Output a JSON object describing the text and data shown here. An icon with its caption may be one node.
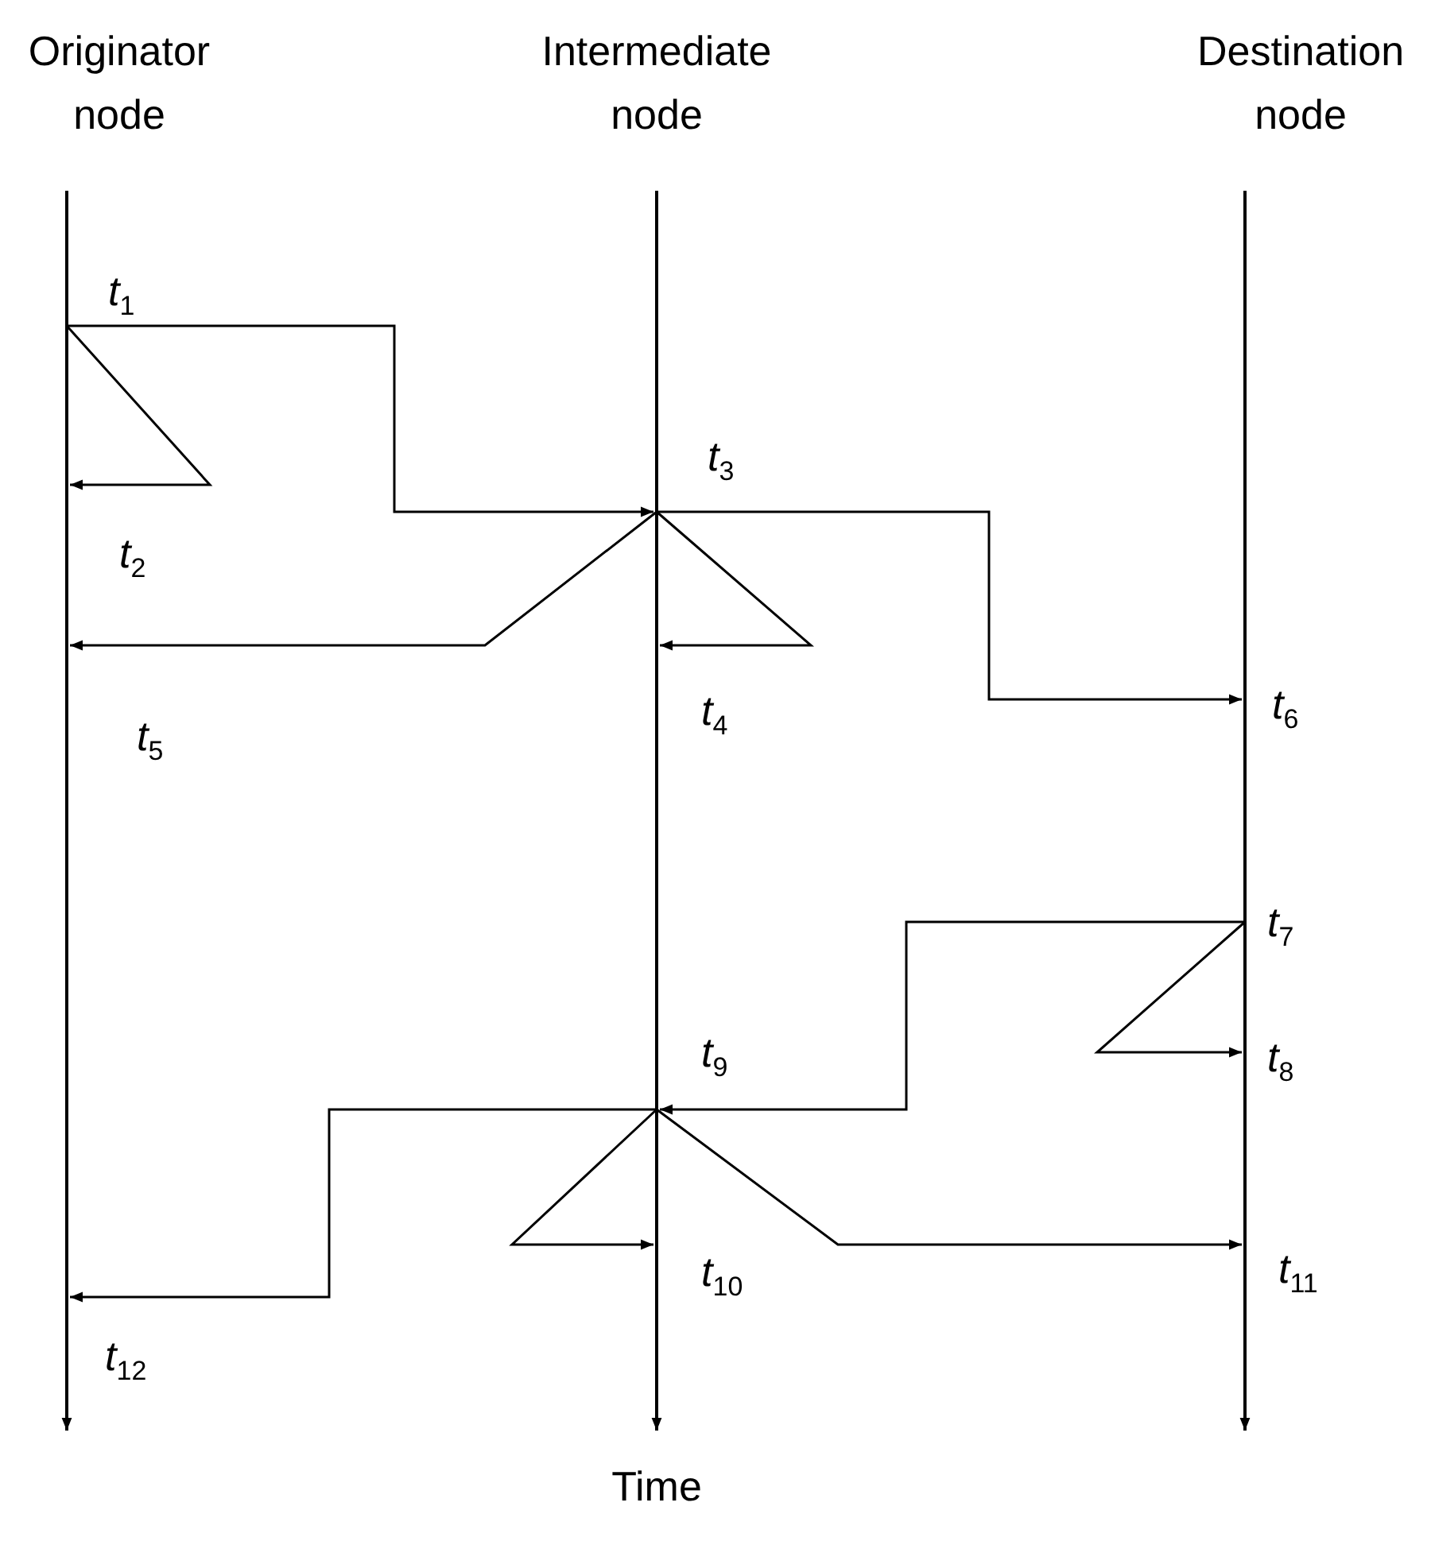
{
  "diagram": {
    "nodes": [
      {
        "text": [
          "Originator node"
        ]
      },
      {
        "text": [
          "Intermediate node"
        ]
      },
      {
        "text": [
          "Destination node"
        ]
      }
    ],
    "edges": [
      {
        "from": 0,
        "to": 1,
        "arrow": "to"
      },
      {
        "from": 0,
        "to": 0,
        "arrow": "to"
      },
      {
        "from": 1,
        "to": 0,
        "arrow": "to"
      },
      {
        "from": 1,
        "to": 1,
        "arrow": "to"
      },
      {
        "from": 1,
        "to": 2,
        "arrow": "to"
      },
      {
        "from": 2,
        "to": 1,
        "arrow": "to"
      },
      {
        "from": 2,
        "to": 2,
        "arrow": "to"
      },
      {
        "from": 1,
        "to": 1,
        "arrow": "to"
      },
      {
        "from": 1,
        "to": 2,
        "arrow": "to"
      },
      {
        "from": 1,
        "to": 0,
        "arrow": "to"
      }
    ],
    "labels": [
      "*t*$_{1}$",
      "*t*$_{3}$",
      "*t*$_{2}$",
      "*t*$_{5}$",
      "*t*$_{4}$",
      "*t*$_{6}$",
      "*t*$_{7}$",
      "*t*$_{9}$",
      "*t*$_{8}$",
      "*t*$_{10}$",
      "*t*$_{11}$",
      "*t*$_{12}$",
      "Time"
    ]
  }
}
